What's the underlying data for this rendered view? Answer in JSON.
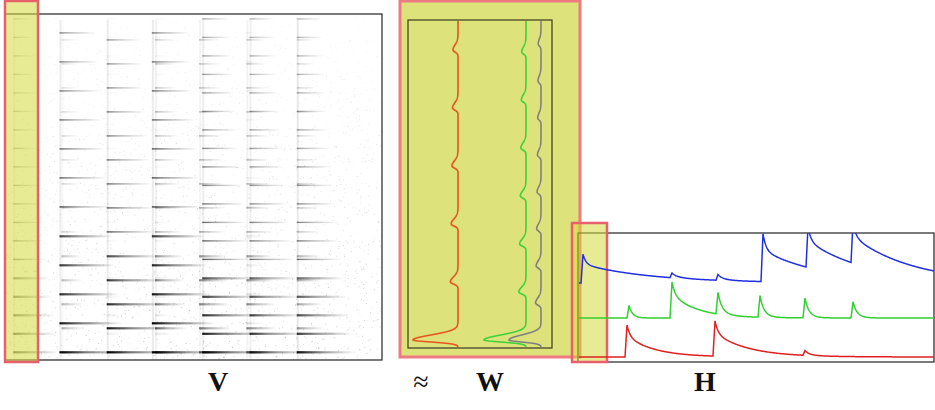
{
  "diagram": {
    "nodes": [
      {
        "text": [
          "V"
        ]
      },
      {
        "text": [
          "W"
        ]
      },
      {
        "text": [
          "H"
        ]
      }
    ],
    "labels": [
      "≈"
    ]
  }
}
